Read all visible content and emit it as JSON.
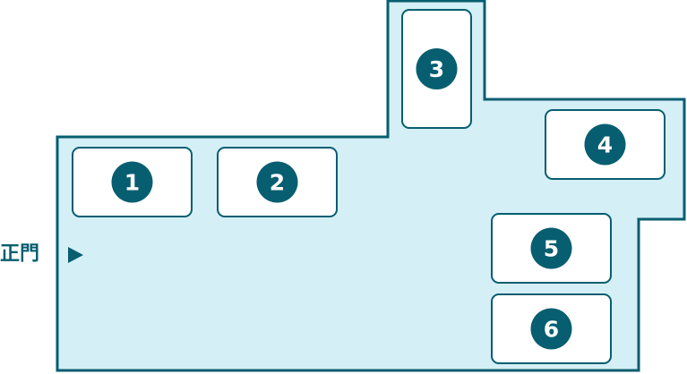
{
  "colors": {
    "floor_fill": "#d4eff6",
    "outline": "#075e70",
    "box_fill": "#ffffff",
    "number_text": "#ffffff"
  },
  "entrance": {
    "label": "正門",
    "arrow_icon": "triangle-right-icon"
  },
  "areas": [
    {
      "id": "1",
      "label": "1"
    },
    {
      "id": "2",
      "label": "2"
    },
    {
      "id": "3",
      "label": "3"
    },
    {
      "id": "4",
      "label": "4"
    },
    {
      "id": "5",
      "label": "5"
    },
    {
      "id": "6",
      "label": "6"
    }
  ]
}
